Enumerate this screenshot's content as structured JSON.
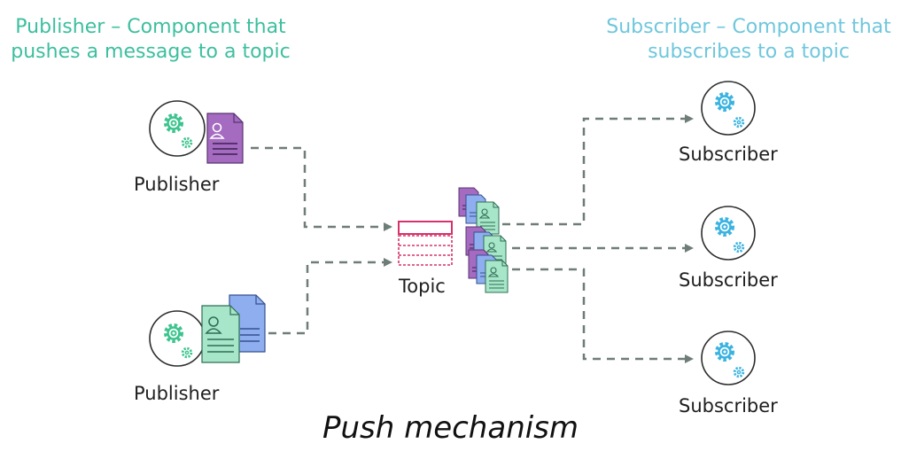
{
  "captions": {
    "publisher_line1": "Publisher – Component that",
    "publisher_line2": "pushes a message to a topic",
    "subscriber_line1": "Subscriber – Component that",
    "subscriber_line2": "subscribes to a topic"
  },
  "nodes": {
    "publisher_1": "Publisher",
    "publisher_2": "Publisher",
    "topic": "Topic",
    "subscriber_1": "Subscriber",
    "subscriber_2": "Subscriber",
    "subscriber_3": "Subscriber"
  },
  "title": "Push mechanism",
  "colors": {
    "publisher_caption": "#3dbf9f",
    "subscriber_caption": "#6fc7dd",
    "gear_green": "#3dc48e",
    "gear_blue": "#3ab3e0",
    "doc_purple": "#a46bc1",
    "doc_green": "#a8e6c9",
    "doc_blue": "#8faef0",
    "topic_pink": "#d6336c",
    "arrow": "#6f7d78"
  }
}
